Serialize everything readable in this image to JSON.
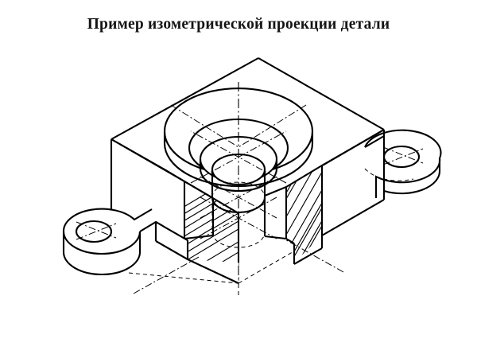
{
  "document": {
    "title": "Пример изометрической проекции детали",
    "title_color": "#141414",
    "background_color": "#ffffff",
    "line_color": "#000000"
  },
  "figure": {
    "name": "isometric-projection-cutaway",
    "description_label": "Пример изометрической проекции детали",
    "kind": "technical-drawing",
    "projection": "isometric",
    "section": "quarter-cutaway",
    "features": [
      "rectangular-base-block",
      "central-cylindrical-boss",
      "stepped-central-bore",
      "left-mounting-lug-with-hole",
      "right-mounting-lug-with-hole",
      "section-hatching",
      "centre-axis-lines"
    ],
    "line_styles": {
      "visible": "solid-thick",
      "hidden": "dashed-thin",
      "centre": "dash-dot-thin",
      "hatch": "solid-thin"
    }
  }
}
